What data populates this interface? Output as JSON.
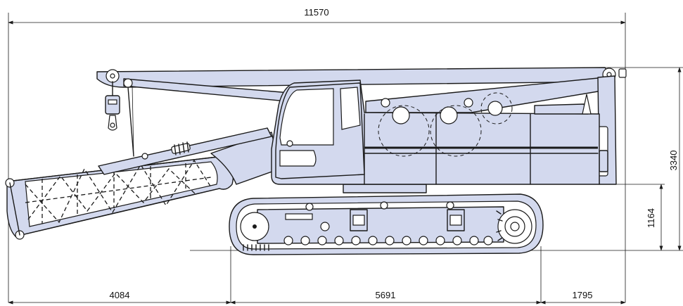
{
  "dimensions": {
    "overall_length": "11570",
    "tail_swing": "4084",
    "crawler_length": "5691",
    "front_overhang": "1795",
    "cab_height": "3340",
    "crawler_height": "1164"
  },
  "colors": {
    "body_fill": "#d3d9ee",
    "line": "#1a1a1a"
  }
}
